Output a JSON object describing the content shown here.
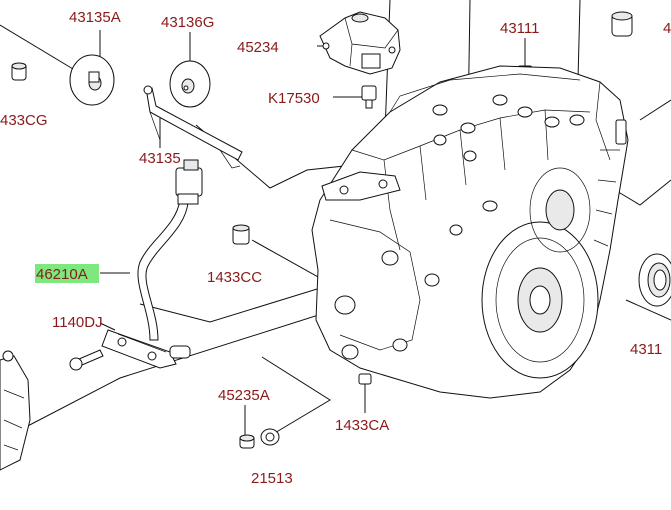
{
  "diagram": {
    "labels": [
      {
        "id": "43135A",
        "text": "43135A"
      },
      {
        "id": "43136G",
        "text": "43136G"
      },
      {
        "id": "45234",
        "text": "45234"
      },
      {
        "id": "43111",
        "text": "43111"
      },
      {
        "id": "433CG",
        "text": "433CG"
      },
      {
        "id": "K17530",
        "text": "K17530"
      },
      {
        "id": "43135",
        "text": "43135"
      },
      {
        "id": "46210A",
        "text": "46210A",
        "highlighted": true
      },
      {
        "id": "1433CC",
        "text": "1433CC"
      },
      {
        "id": "1140DJ",
        "text": "1140DJ"
      },
      {
        "id": "4311",
        "text": "4311"
      },
      {
        "id": "45235A",
        "text": "45235A"
      },
      {
        "id": "1433CA",
        "text": "1433CA"
      },
      {
        "id": "21513",
        "text": "21513"
      },
      {
        "id": "4-edge",
        "text": "4"
      }
    ],
    "colors": {
      "label": "#8b1a1a",
      "highlight": "#7ee77e",
      "line": "#111111"
    }
  }
}
